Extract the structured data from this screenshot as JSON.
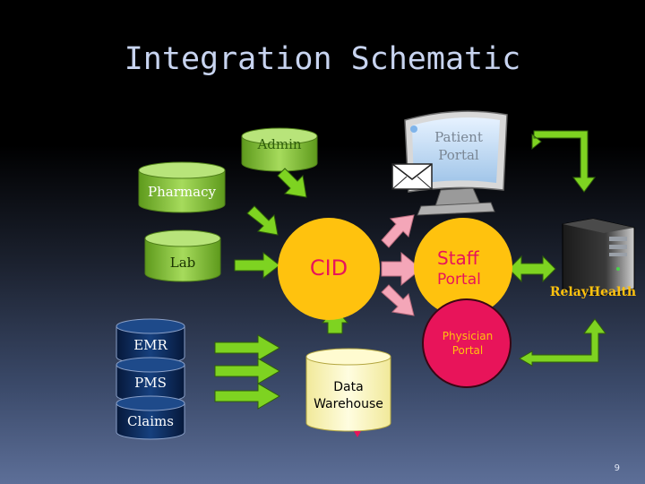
{
  "title": "Integration Schematic",
  "nodes": {
    "admin": "Admin",
    "pharmacy": "Pharmacy",
    "lab": "Lab",
    "emr": "EMR",
    "pms": "PMS",
    "claims": "Claims",
    "cid": "CID",
    "staff_line1": "Staff",
    "staff_line2": "Portal",
    "patient_line1": "Patient",
    "patient_line2": "Portal",
    "physician_line1": "Physician",
    "physician_line2": "Portal",
    "warehouse_line1": "Data",
    "warehouse_line2": "Warehouse",
    "relayhealth": "RelayHealth"
  },
  "colors": {
    "green_db": "#8cc63f",
    "navy_db": "#0b2a5c",
    "cid": "#ffc20e",
    "staff": "#ffc20e",
    "physician": "#e8145a",
    "warehouse": "#fff9b8",
    "green_arrow": "#7ed321",
    "pink_arrow": "#f4a6b8"
  },
  "page_number": "9"
}
